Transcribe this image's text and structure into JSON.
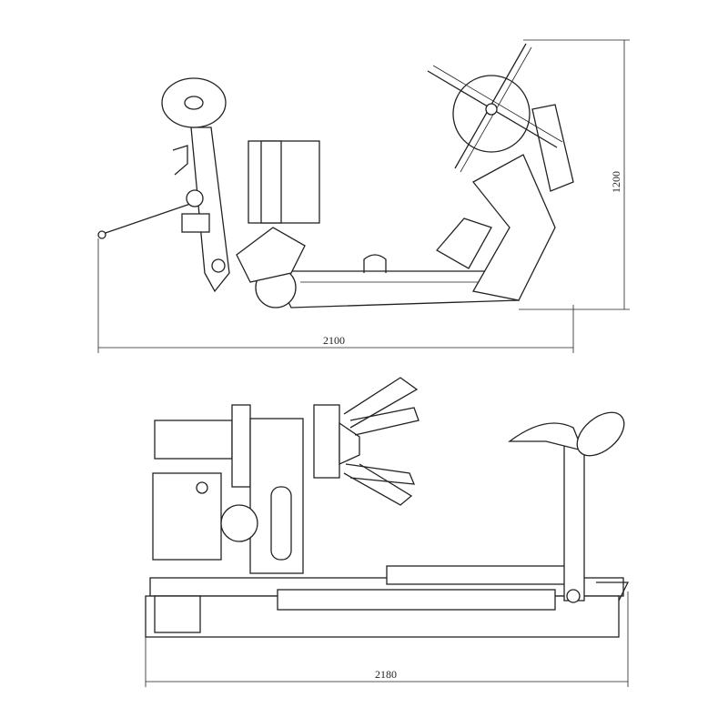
{
  "drawing": {
    "side_view": {
      "width_dimension": "2100",
      "height_dimension": "1200"
    },
    "top_view": {
      "length_dimension": "2180"
    }
  }
}
